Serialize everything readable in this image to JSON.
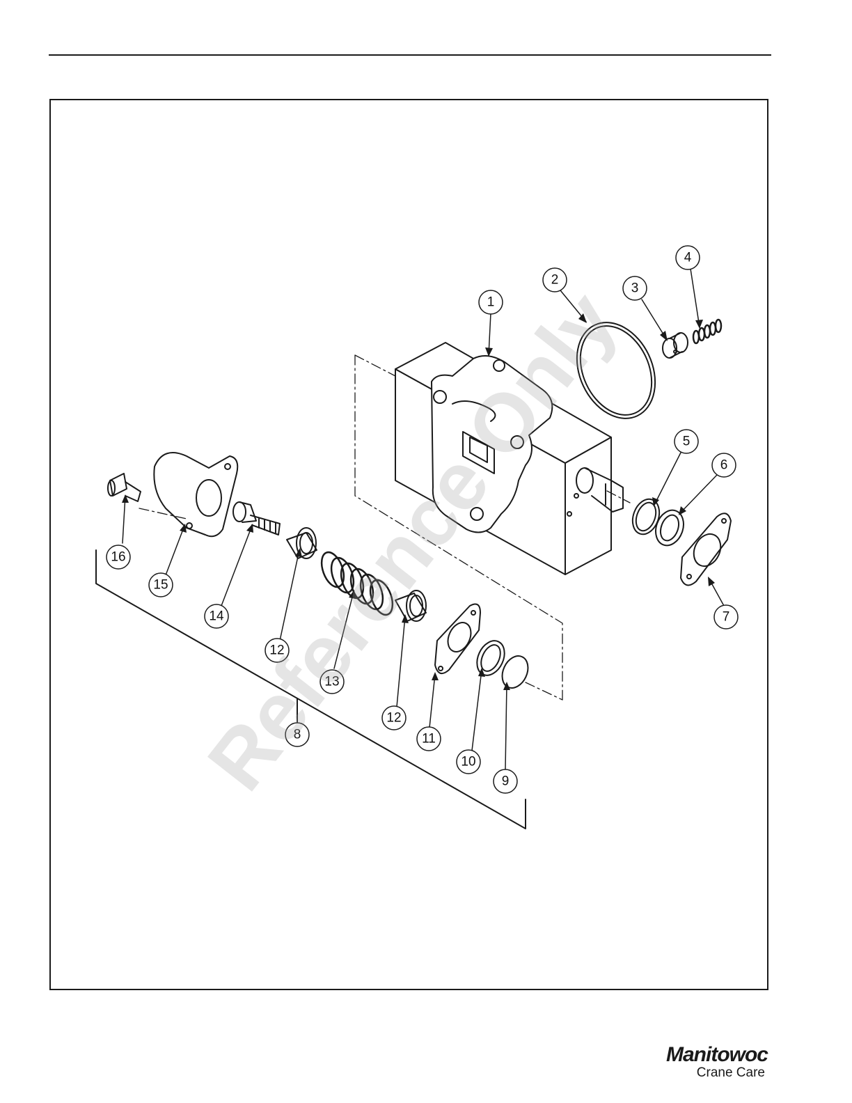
{
  "watermark": "Reference Only",
  "logo": {
    "brand": "Manitowoc",
    "subtitle": "Crane Care"
  },
  "callouts": [
    "1",
    "2",
    "3",
    "4",
    "5",
    "6",
    "7",
    "8",
    "9",
    "10",
    "11",
    "12",
    "12",
    "13",
    "14",
    "15",
    "16"
  ],
  "colors": {
    "line": "#1a1a1a",
    "watermark": "#a0a0a0"
  }
}
